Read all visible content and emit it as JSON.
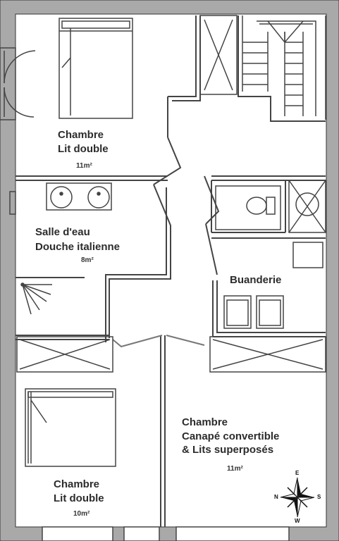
{
  "rooms": {
    "bedroom_top": {
      "name": "Chambre",
      "bed": "Lit double",
      "area": "11m²"
    },
    "bathroom": {
      "name": "Salle d'eau",
      "detail": "Douche italienne",
      "area": "8m²"
    },
    "laundry": {
      "name": "Buanderie"
    },
    "bedroom_right": {
      "name": "Chambre",
      "detail1": "Canapé convertible",
      "detail2": "& Lits superposés",
      "area": "11m²"
    },
    "bedroom_bottom": {
      "name": "Chambre",
      "bed": "Lit double",
      "area": "10m²"
    }
  },
  "compass": {
    "north": "N",
    "south": "S",
    "east": "E",
    "west": "W"
  },
  "colors": {
    "wall_fill": "#a9a9a9",
    "wall_line": "#333333",
    "floor": "#ffffff",
    "corridor_wall": "#6e6e6e"
  }
}
